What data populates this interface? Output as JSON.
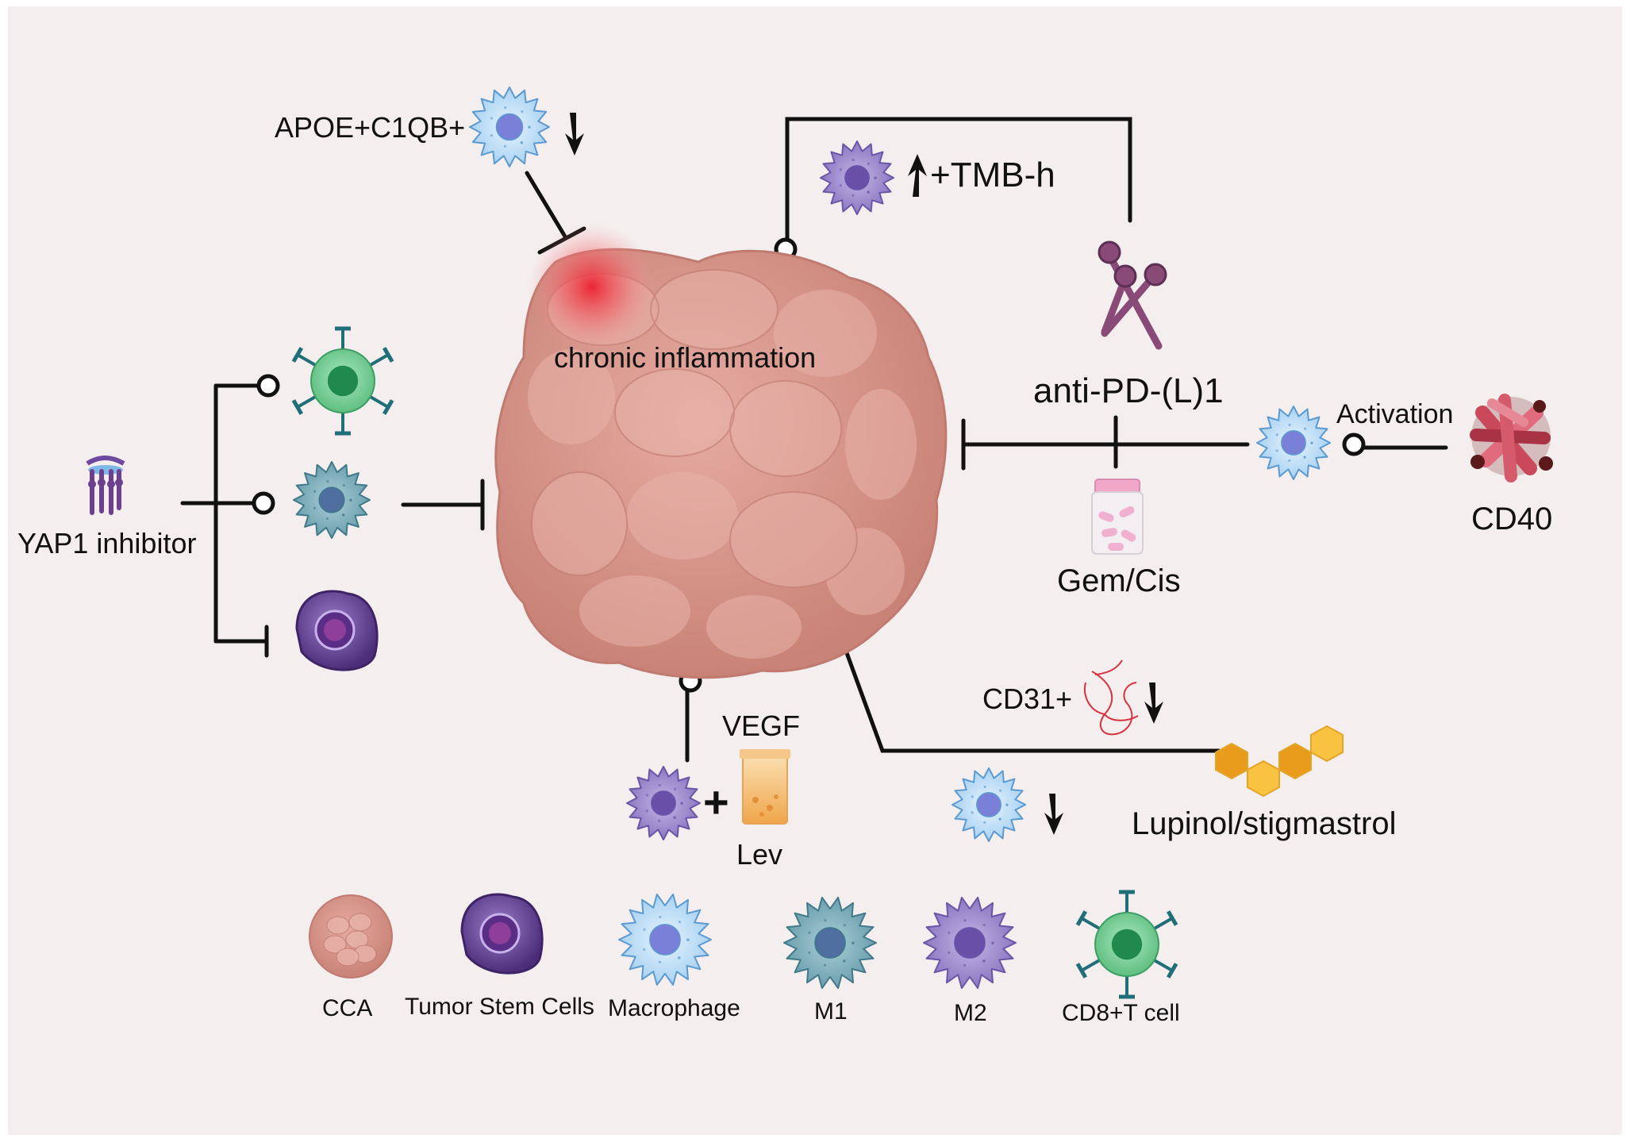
{
  "labels": {
    "apoe": "APOE+C1QB+",
    "tmb": "+TMB-h",
    "chronic_inflammation": "chronic inflammation",
    "anti_pd": "anti-PD-(L)1",
    "activation": "Activation",
    "cd40": "CD40",
    "gem_cis": "Gem/Cis",
    "yap1": "YAP1 inhibitor",
    "vegf": "VEGF",
    "lev": "Lev",
    "plus": "+",
    "cd31": "CD31+",
    "lupinol": "Lupinol/stigmastrol"
  },
  "legend": {
    "cca": "CCA",
    "tsc": "Tumor Stem Cells",
    "macrophage": "Macrophage",
    "m1": "M1",
    "m2": "M2",
    "cd8": "CD8+T cell"
  },
  "colors": {
    "background": "#f4eeee",
    "tumor": "#d9948a",
    "inflammation": "#e8303a",
    "macrophage": "#bcdcf5",
    "m1": "#7fb2bf",
    "m2": "#9a87c9",
    "cd8": "#7fcf9a",
    "tumor_stem_cell": "#6f4aa0",
    "antibody": "#8a4a78",
    "cd40": "#c9485a",
    "honeycomb": "#f0b429",
    "vessel": "#d7333f"
  },
  "icons": [
    "tumor-mass-icon",
    "macrophage-icon",
    "m1-macrophage-icon",
    "m2-macrophage-icon",
    "cd8-t-cell-icon",
    "tumor-stem-cell-icon",
    "antibody-icon",
    "pill-bottle-icon",
    "vial-icon",
    "blood-vessel-icon",
    "honeycomb-icon",
    "cd40-cluster-icon",
    "yap1-inhibitor-icon",
    "down-arrow-icon",
    "up-arrow-icon",
    "inhibition-bar-icon",
    "activation-circle-icon"
  ]
}
